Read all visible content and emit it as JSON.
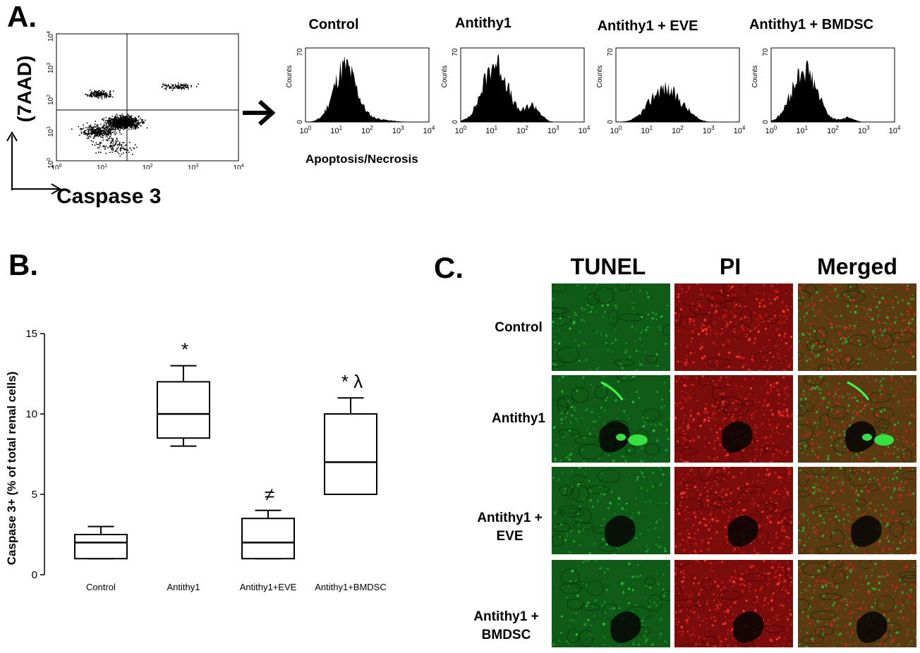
{
  "panelA": {
    "letter": "A.",
    "scatter": {
      "ylabel": "(7AAD)",
      "xlabel": "Caspase 3",
      "ticks": [
        "10",
        "1",
        "2",
        "3",
        "4"
      ]
    },
    "histograms": [
      {
        "title": "Control"
      },
      {
        "title": "Antithy1"
      },
      {
        "title": "Antithy1  + EVE"
      },
      {
        "title": "Antithy1  + BMDSC"
      }
    ],
    "hist_ylabel": "Counts",
    "hist_ytick": "70",
    "hist_ytick0": "0",
    "xtick_base": "10",
    "xtick_exps": [
      "0",
      "1",
      "2",
      "3",
      "4"
    ],
    "hist_xlabel": "Apoptosis/Necrosis"
  },
  "panelB": {
    "letter": "B.",
    "chart_data": {
      "type": "box",
      "ylabel": "Caspase 3+ (% of total renal cells)",
      "ylim": [
        0,
        15
      ],
      "yticks": [
        "0",
        "5",
        "10",
        "15"
      ],
      "categories": [
        "Control",
        "Antithy1",
        "Antithy1+EVE",
        "Antithy1+BMDSC"
      ],
      "boxes": [
        {
          "category": "Control",
          "min": 1,
          "q1": 1,
          "median": 2,
          "q3": 2.5,
          "max": 3,
          "annotation": ""
        },
        {
          "category": "Antithy1",
          "min": 8,
          "q1": 8.5,
          "median": 10,
          "q3": 12,
          "max": 13,
          "annotation": "*"
        },
        {
          "category": "Antithy1+EVE",
          "min": 1,
          "q1": 1,
          "median": 2,
          "q3": 3.5,
          "max": 4,
          "annotation": "≠"
        },
        {
          "category": "Antithy1+BMDSC",
          "min": 5,
          "q1": 5,
          "median": 7,
          "q3": 10,
          "max": 11,
          "annotation": "* λ"
        }
      ]
    }
  },
  "panelC": {
    "letter": "C.",
    "columns": [
      "TUNEL",
      "PI",
      "Merged"
    ],
    "rows": [
      {
        "label": "Control"
      },
      {
        "label": "Antithy1"
      },
      {
        "label": "Antithy1 + EVE"
      },
      {
        "label": "Antithy1 + BMDSC"
      }
    ],
    "colors": {
      "tunel": "#0f5a16",
      "pi": "#7a0c0c",
      "merged": "#5a3a10"
    }
  }
}
